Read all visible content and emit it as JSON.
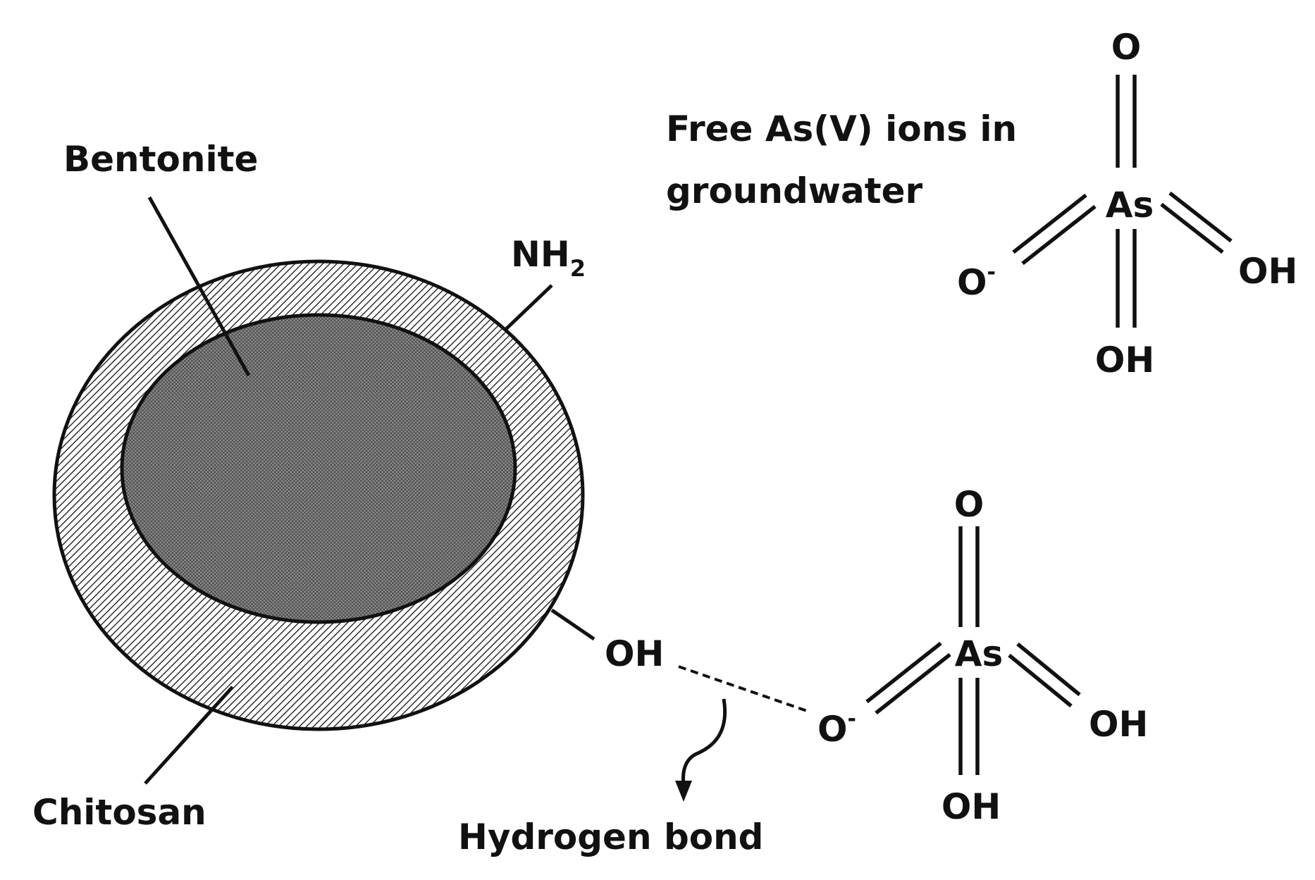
{
  "labels": {
    "bentonite": "Bentonite",
    "chitosan": "Chitosan",
    "free_ions_line1": "Free As(V) ions in",
    "free_ions_line2": "groundwater",
    "hydrogen_bond": "Hydrogen bond"
  },
  "surface_groups": {
    "amine": {
      "main": "NH",
      "subscript": "2"
    },
    "hydroxyl": "OH"
  },
  "arsenate_free": {
    "center": "As",
    "top": "O",
    "left": {
      "main": "O",
      "charge": "-"
    },
    "right": "OH",
    "bottom": "OH"
  },
  "arsenate_bound": {
    "center": "As",
    "top": "O",
    "left": {
      "main": "O",
      "charge": "-"
    },
    "right": "OH",
    "bottom": "OH"
  }
}
